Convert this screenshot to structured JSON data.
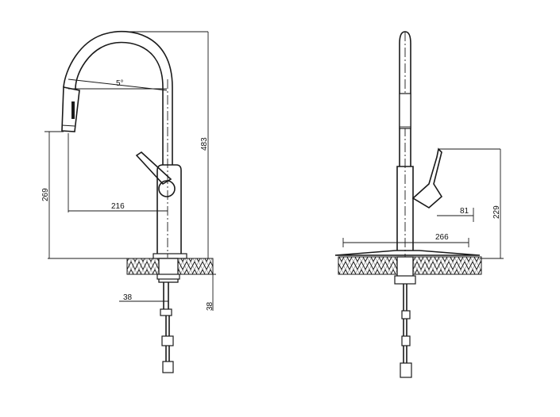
{
  "dimensions": {
    "spout_angle": "5°",
    "reach": "216",
    "total_height": "483",
    "spout_outlet_height": "269",
    "mount_hole_side": "38",
    "deck_thickness_max": "38",
    "handle_offset": "81",
    "handle_height": "229",
    "base_plate_width": "266"
  },
  "views": [
    "side-view",
    "front-view"
  ]
}
